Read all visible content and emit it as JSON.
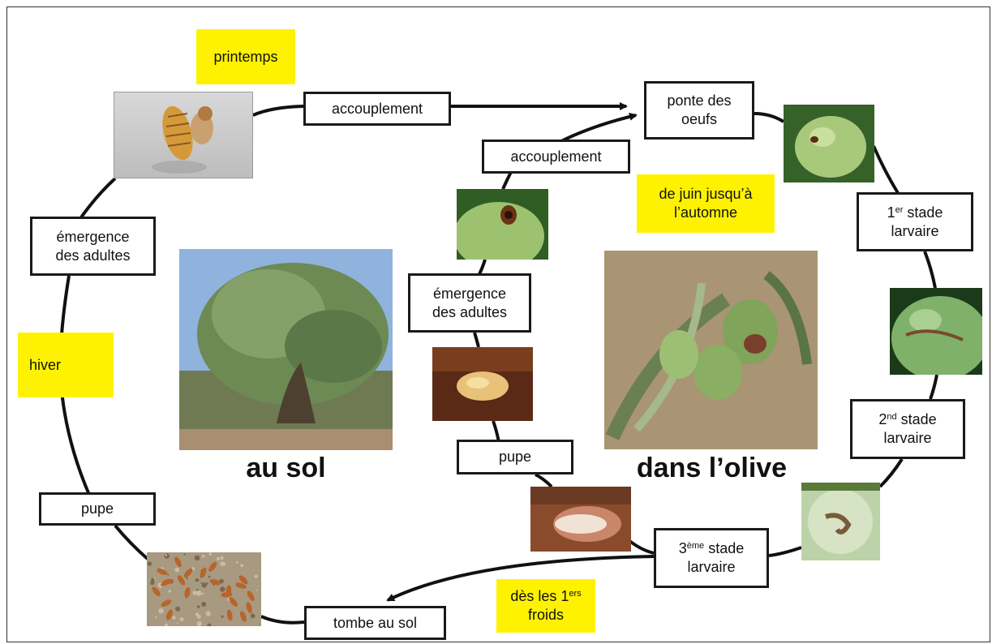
{
  "cycle": {
    "soil_label": "au sol",
    "olive_label": "dans l’olive"
  },
  "flags": {
    "printemps": "printemps",
    "hiver": "hiver",
    "summer_line1": "de juin jusqu’à",
    "summer_line2": "l’automne",
    "cold_a": "dès les 1",
    "cold_sup": "ers",
    "cold_line2": "froids"
  },
  "boxes": {
    "accouplement_top": "accouplement",
    "ponte_line1": "ponte des",
    "ponte_line2": "oeufs",
    "stage1_a": "1",
    "stage1_sup": "er",
    "stage1_b": " stade",
    "stage1_line2": "larvaire",
    "stage2_a": "2",
    "stage2_sup": "nd",
    "stage2_b": " stade",
    "stage2_line2": "larvaire",
    "stage3_a": "3",
    "stage3_sup": "ème",
    "stage3_b": " stade",
    "stage3_line2": "larvaire",
    "tombe": "tombe au sol",
    "pupe_left": "pupe",
    "emergence_left_1": "émergence",
    "emergence_left_2": "des adultes",
    "accouplement_inner": "accouplement",
    "emergence_inner_1": "émergence",
    "emergence_inner_2": "des adultes",
    "pupe_inner": "pupe"
  },
  "icons": [
    "adult-fly-photo",
    "olive-tree-photo",
    "infested-olive-photo",
    "larva-photo",
    "pupae-on-soil-photo"
  ]
}
